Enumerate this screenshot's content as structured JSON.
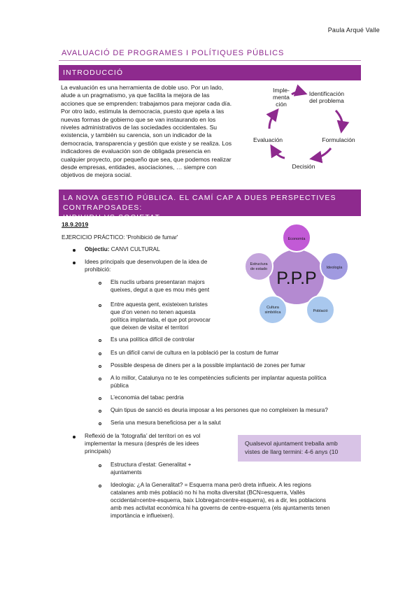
{
  "header": {
    "author": "Paula Arqué Valle"
  },
  "doc_title": "AVALUACIÓ DE PROGRAMES I POLÍTIQUES PÚBLICS",
  "section1": {
    "heading": "INTRODUCCIÓ",
    "paragraph": [
      "La evaluación es una herramienta de doble uso. Por un lado,",
      "alude a un pragmatismo, ya que facilita la mejora de las",
      "acciones que se emprenden: trabajamos para mejorar cada día.",
      "Por otro lado, estimula la democracia, puesto que apela a las",
      "nuevas formas de gobierno que se van instaurando en los",
      "niveles administrativos de las sociedades occidentales. Su",
      "existencia, y también su carencia, son un indicador de la",
      "democracia, transparencia y gestión que existe y se realiza. Los",
      "indicadores de evaluación son de obligada presencia en",
      "cualquier proyecto, por pequeño que sea, que podemos realizar",
      "desde empresas, entidades, asociaciones, … siempre con",
      "objetivos de mejora social."
    ],
    "cycle": {
      "implementacion": [
        "Imple-",
        "menta",
        "ción"
      ],
      "identificacion": [
        "Identificación",
        "del problema"
      ],
      "formulacion": "Formulación",
      "decision": "Decisión",
      "evaluacion": "Evaluación"
    }
  },
  "section2": {
    "heading_line1": "LA NOVA GESTIÓ PÚBLICA. EL CAMÍ CAP A DUES PERSPECTIVES CONTRAPOSADES:",
    "heading_line2": "INDIVIDU VS SOCIETAT",
    "date": "18.9.2019",
    "exercise": "EJERCICIO PRÁCTICO: 'Prohibició de fumar'",
    "objective_label": "Objectiu:",
    "objective_value": " CANVI CULTURAL",
    "ideas_line1": "Idees principals que desenvolupen de la idea de",
    "ideas_line2": "prohibició:",
    "sub": {
      "s1a": "Els nuclis urbans presentaran majors",
      "s1b": "queixes, degut a que es mou més gent",
      "s2a": "Entre aquesta gent, existeixen turistes",
      "s2b": "que d’on venen no tenen aquesta",
      "s2c": "política implantada, el que pot provocar",
      "s2d": "que deixen de visitar el territori",
      "s3": "Es una política difícil de controlar",
      "s4": "Es un difícil canvi de cultura en la població per la costum de fumar",
      "s5": "Possible despesa de diners per a la possible implantació de zones per fumar",
      "s6a": "A lo millor, Catalunya no te les competències suficients per implantar aquesta política",
      "s6b": "pública",
      "s7": "L’economia del tabac perdria",
      "s8": "Quin tipus de sanció es deuria imposar a les persones que no compleixen la mesura?",
      "s9": "Seria una mesura beneficiosa per a la salut"
    },
    "reflex": [
      "Reflexió de la ‘fotografia’ del territori on es vol",
      "implementar la mesura (després de les idees",
      "principals)"
    ],
    "estructura": [
      "Estructura d’estat: Generalitat +",
      "ajuntaments"
    ],
    "ideologia": [
      "Ideologia: ¿A la Generalitat? = Esquerra mana però dreta influeix. A les regions",
      "catalanes amb més població no hi ha molta diversitat (BCN=esquerra, Vallès",
      "occidental=centre-esquerra, baix Llobregat=centre-esquerra), es a dir, les poblacions",
      "amb mes activitat econòmica hi ha governs de centre-esquerra (els ajuntaments tenen",
      "importància e influeixen)."
    ],
    "note": [
      "Qualsevol ajuntament treballa amb",
      "vistes de llarg termini: 4-6 anys (10"
    ],
    "ppp": {
      "center": "P.P.P",
      "economia": "Economía",
      "ideologia": "Ideología",
      "poblacio": "Població",
      "cultura": [
        "Cultura",
        "simbòlica"
      ],
      "estructura": [
        "Estructura",
        "de estado"
      ]
    }
  },
  "colors": {
    "accent": "#8e2a8e",
    "note_bg": "#d8c3e6",
    "ppp_center": "#b48ad1",
    "ppp_top": "#c25ad6",
    "ppp_blue": "#a9c8ee"
  }
}
